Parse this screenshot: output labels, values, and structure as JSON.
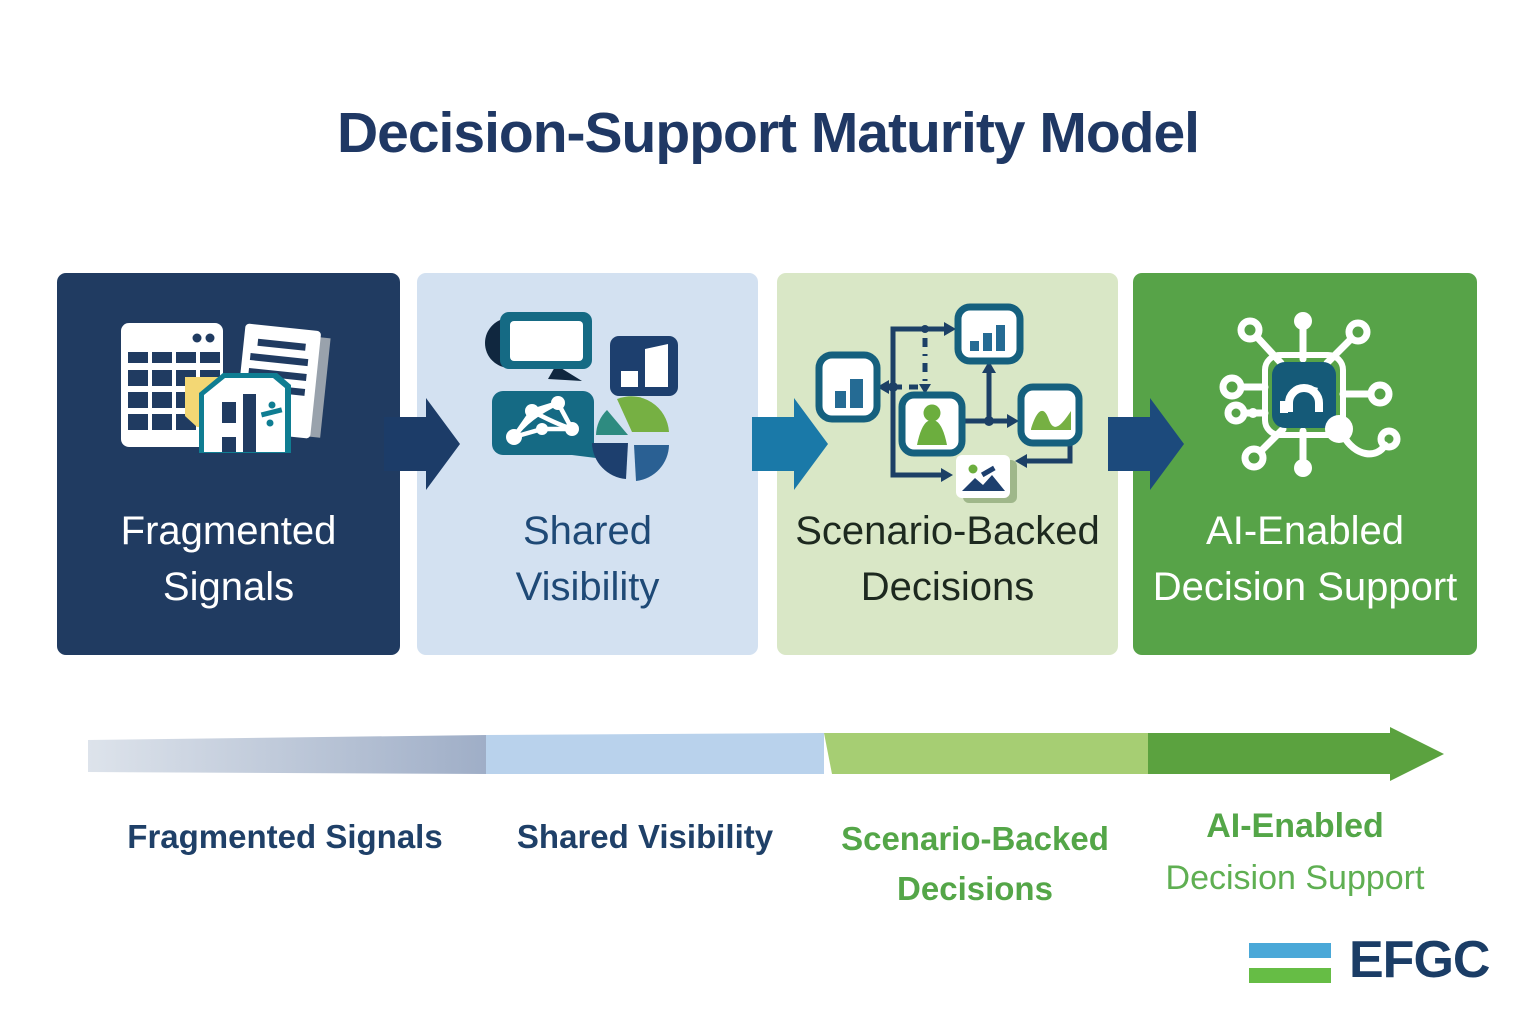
{
  "title": "Decision-Support Maturity Model",
  "stages": [
    {
      "name": "Fragmented Signals",
      "line1": "Fragmented",
      "line2": "Signals",
      "icon": "fragmented-documents-spreadsheet-icon",
      "bg": "#203b61",
      "text_color": "#ffffff"
    },
    {
      "name": "Shared Visibility",
      "line1": "Shared",
      "line2": "Visibility",
      "icon": "chat-network-charts-icon",
      "bg": "#d3e1f1",
      "text_color": "#1e4976"
    },
    {
      "name": "Scenario-Backed Decisions",
      "line1": "Scenario-Backed",
      "line2": "Decisions",
      "icon": "scenario-flowchart-icon",
      "bg": "#d9e7c6",
      "text_color": "#1d291f"
    },
    {
      "name": "AI-Enabled Decision Support",
      "line1": "AI-Enabled",
      "line2": "Decision Support",
      "icon": "ai-chip-circuit-icon",
      "bg": "#57a348",
      "text_color": "#ffffff"
    }
  ],
  "stage_arrows": [
    {
      "icon": "right-arrow-icon",
      "color": "#1c3c68"
    },
    {
      "icon": "right-arrow-icon",
      "color": "#1a79a8"
    },
    {
      "icon": "right-arrow-icon",
      "color": "#1c4a7c"
    }
  ],
  "progress_bar": {
    "icon": "maturity-progress-arrow",
    "direction": "left-to-right",
    "segments": [
      {
        "stage": "Fragmented Signals",
        "color_from": "#dde3eb",
        "color_to": "#9faec7"
      },
      {
        "stage": "Shared Visibility",
        "color": "#b9d2ec"
      },
      {
        "stage": "Scenario-Backed Decisions",
        "color": "#a6ce73"
      },
      {
        "stage": "AI-Enabled Decision Support",
        "color": "#5ba23f"
      }
    ]
  },
  "axis_labels": [
    {
      "line1": "Fragmented Signals",
      "color": "#1f4068"
    },
    {
      "line1": "Shared Visibility",
      "color": "#1f4068"
    },
    {
      "line1": "Scenario-Backed",
      "line2": "Decisions",
      "color": "#54a648"
    },
    {
      "line1": "AI-Enabled",
      "line2": "Decision Support",
      "color": "#54a648"
    }
  ],
  "logo": {
    "text": "EFGC",
    "text_color": "#1b3d66",
    "bar_top_color": "#4aa8d8",
    "bar_bottom_color": "#66bd45"
  },
  "colors": {
    "title_navy": "#1f3864",
    "deep_navy": "#203b61",
    "teal": "#156a84",
    "steel_blue": "#256b94",
    "accent_green": "#76b043",
    "stage4_green": "#57a348"
  }
}
